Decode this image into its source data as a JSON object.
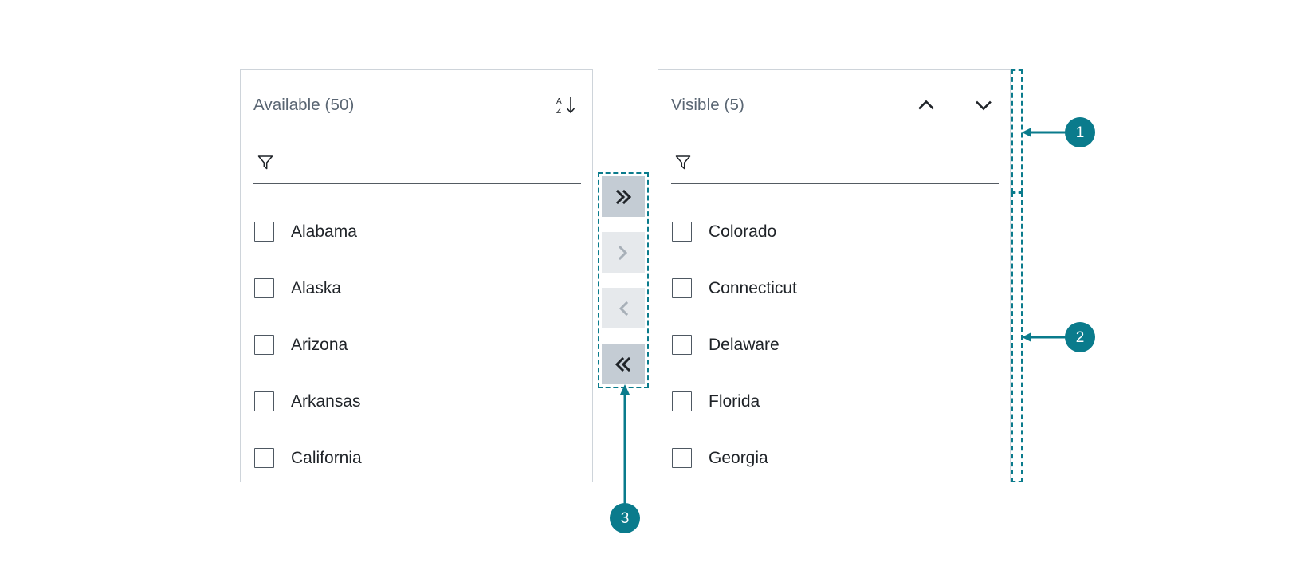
{
  "panels": {
    "available": {
      "title": "Available (50)",
      "sort_icon": "sort-az-descending-icon",
      "filter": {
        "icon": "filter-funnel-icon",
        "value": "",
        "placeholder": ""
      },
      "items": [
        {
          "label": "Alabama",
          "checked": false
        },
        {
          "label": "Alaska",
          "checked": false
        },
        {
          "label": "Arizona",
          "checked": false
        },
        {
          "label": "Arkansas",
          "checked": false
        },
        {
          "label": "California",
          "checked": false
        }
      ]
    },
    "visible": {
      "title": "Visible (5)",
      "move_up_icon": "chevron-up-icon",
      "move_down_icon": "chevron-down-icon",
      "filter": {
        "icon": "filter-funnel-icon",
        "value": "",
        "placeholder": ""
      },
      "items": [
        {
          "label": "Colorado",
          "checked": false
        },
        {
          "label": "Connecticut",
          "checked": false
        },
        {
          "label": "Delaware",
          "checked": false
        },
        {
          "label": "Florida",
          "checked": false
        },
        {
          "label": "Georgia",
          "checked": false
        }
      ]
    }
  },
  "transfer": {
    "buttons": [
      {
        "icon": "double-chevron-right-icon",
        "glyph": "»",
        "state": "enabled"
      },
      {
        "icon": "chevron-right-icon",
        "glyph": "›",
        "state": "disabled"
      },
      {
        "icon": "chevron-left-icon",
        "glyph": "‹",
        "state": "disabled"
      },
      {
        "icon": "double-chevron-left-icon",
        "glyph": "«",
        "state": "enabled"
      }
    ]
  },
  "annotations": {
    "accent_color": "#0a7b8c",
    "callouts": [
      {
        "number": "1"
      },
      {
        "number": "2"
      },
      {
        "number": "3"
      }
    ]
  },
  "colors": {
    "panel_border": "#ced4da",
    "title_text": "#5a6673",
    "item_text": "#1f2328",
    "checkbox_border": "#4e5862",
    "filter_underline": "#545b62",
    "btn_enabled_bg": "#c4ccd4",
    "btn_disabled_bg": "#e6e9ec",
    "btn_enabled_glyph": "#1f2328",
    "btn_disabled_glyph": "#a8b0b8",
    "accent": "#0a7b8c"
  }
}
